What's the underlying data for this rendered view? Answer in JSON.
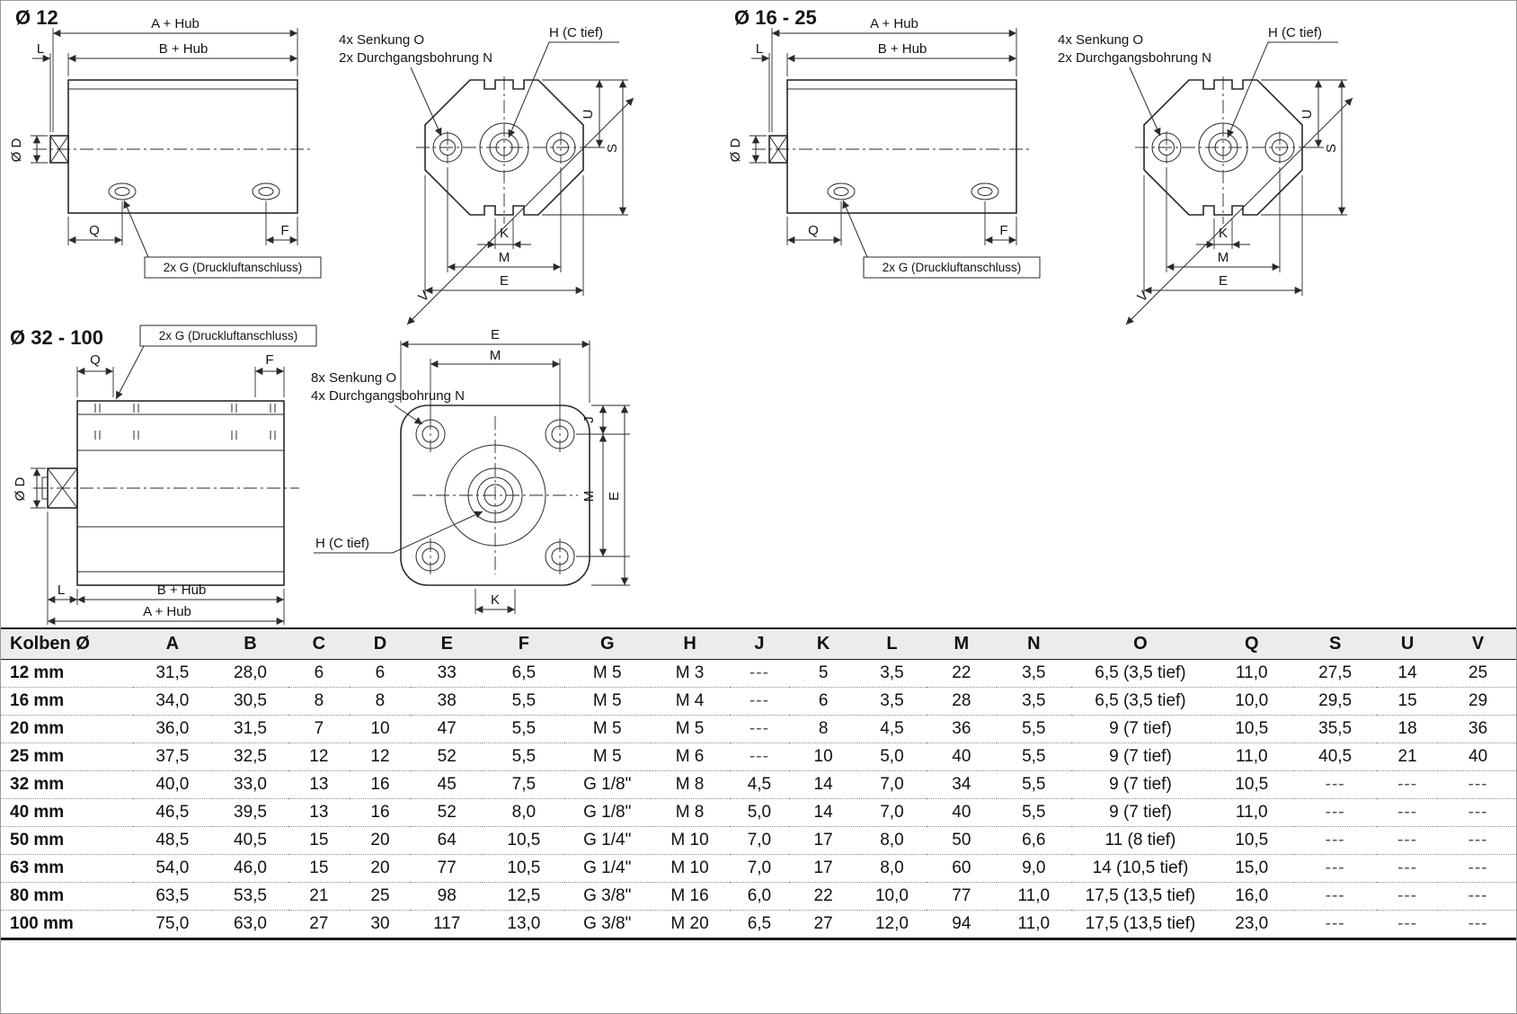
{
  "drawings": {
    "d12": {
      "title": "Ø 12",
      "labels": {
        "a_hub": "A + Hub",
        "b_hub": "B + Hub",
        "l": "L",
        "d": "Ø D",
        "q": "Q",
        "f": "F",
        "ports": "2x G (Druckluftanschluss)",
        "senkung": "4x Senkung O",
        "bohrung": "2x Durchgangsbohrung N",
        "h": "H (C tief)",
        "u": "U",
        "s": "S",
        "k": "K",
        "m": "M",
        "e": "E",
        "v": "V"
      }
    },
    "d16_25": {
      "title": "Ø 16 - 25",
      "labels": {
        "a_hub": "A + Hub",
        "b_hub": "B + Hub",
        "l": "L",
        "d": "Ø D",
        "q": "Q",
        "f": "F",
        "ports": "2x G (Druckluftanschluss)",
        "senkung": "4x Senkung O",
        "bohrung": "2x Durchgangsbohrung N",
        "h": "H (C tief)",
        "u": "U",
        "s": "S",
        "k": "K",
        "m": "M",
        "e": "E",
        "v": "V"
      }
    },
    "d32_100": {
      "title": "Ø 32 - 100",
      "labels": {
        "ports": "2x G (Druckluftanschluss)",
        "q": "Q",
        "f": "F",
        "d": "Ø D",
        "l": "L",
        "b_hub": "B + Hub",
        "a_hub": "A + Hub",
        "senkung": "8x Senkung O",
        "bohrung": "4x Durchgangsbohrung N",
        "h": "H (C tief)",
        "e_top": "E",
        "m_top": "M",
        "j": "J",
        "m_right": "M",
        "e_right": "E",
        "k": "K"
      }
    }
  },
  "table": {
    "headers": [
      "Kolben Ø",
      "A",
      "B",
      "C",
      "D",
      "E",
      "F",
      "G",
      "H",
      "J",
      "K",
      "L",
      "M",
      "N",
      "O",
      "Q",
      "S",
      "U",
      "V"
    ],
    "rows": [
      {
        "size": "12 mm",
        "values": [
          "31,5",
          "28,0",
          "6",
          "6",
          "33",
          "6,5",
          "M 5",
          "M 3",
          "---",
          "5",
          "3,5",
          "22",
          "3,5",
          "6,5 (3,5 tief)",
          "11,0",
          "27,5",
          "14",
          "25"
        ]
      },
      {
        "size": "16 mm",
        "values": [
          "34,0",
          "30,5",
          "8",
          "8",
          "38",
          "5,5",
          "M 5",
          "M 4",
          "---",
          "6",
          "3,5",
          "28",
          "3,5",
          "6,5 (3,5 tief)",
          "10,0",
          "29,5",
          "15",
          "29"
        ]
      },
      {
        "size": "20 mm",
        "values": [
          "36,0",
          "31,5",
          "7",
          "10",
          "47",
          "5,5",
          "M 5",
          "M 5",
          "---",
          "8",
          "4,5",
          "36",
          "5,5",
          "9 (7 tief)",
          "10,5",
          "35,5",
          "18",
          "36"
        ]
      },
      {
        "size": "25 mm",
        "values": [
          "37,5",
          "32,5",
          "12",
          "12",
          "52",
          "5,5",
          "M 5",
          "M 6",
          "---",
          "10",
          "5,0",
          "40",
          "5,5",
          "9 (7 tief)",
          "11,0",
          "40,5",
          "21",
          "40"
        ]
      },
      {
        "size": "32 mm",
        "values": [
          "40,0",
          "33,0",
          "13",
          "16",
          "45",
          "7,5",
          "G 1/8\"",
          "M 8",
          "4,5",
          "14",
          "7,0",
          "34",
          "5,5",
          "9 (7 tief)",
          "10,5",
          "---",
          "---",
          "---"
        ]
      },
      {
        "size": "40 mm",
        "values": [
          "46,5",
          "39,5",
          "13",
          "16",
          "52",
          "8,0",
          "G 1/8\"",
          "M 8",
          "5,0",
          "14",
          "7,0",
          "40",
          "5,5",
          "9 (7 tief)",
          "11,0",
          "---",
          "---",
          "---"
        ]
      },
      {
        "size": "50 mm",
        "values": [
          "48,5",
          "40,5",
          "15",
          "20",
          "64",
          "10,5",
          "G 1/4\"",
          "M 10",
          "7,0",
          "17",
          "8,0",
          "50",
          "6,6",
          "11 (8 tief)",
          "10,5",
          "---",
          "---",
          "---"
        ]
      },
      {
        "size": "63 mm",
        "values": [
          "54,0",
          "46,0",
          "15",
          "20",
          "77",
          "10,5",
          "G 1/4\"",
          "M 10",
          "7,0",
          "17",
          "8,0",
          "60",
          "9,0",
          "14 (10,5 tief)",
          "15,0",
          "---",
          "---",
          "---"
        ]
      },
      {
        "size": "80 mm",
        "values": [
          "63,5",
          "53,5",
          "21",
          "25",
          "98",
          "12,5",
          "G 3/8\"",
          "M 16",
          "6,0",
          "22",
          "10,0",
          "77",
          "11,0",
          "17,5 (13,5 tief)",
          "16,0",
          "---",
          "---",
          "---"
        ]
      },
      {
        "size": "100 mm",
        "values": [
          "75,0",
          "63,0",
          "27",
          "30",
          "117",
          "13,0",
          "G 3/8\"",
          "M 20",
          "6,5",
          "27",
          "12,0",
          "94",
          "11,0",
          "17,5 (13,5 tief)",
          "23,0",
          "---",
          "---",
          "---"
        ]
      }
    ]
  }
}
